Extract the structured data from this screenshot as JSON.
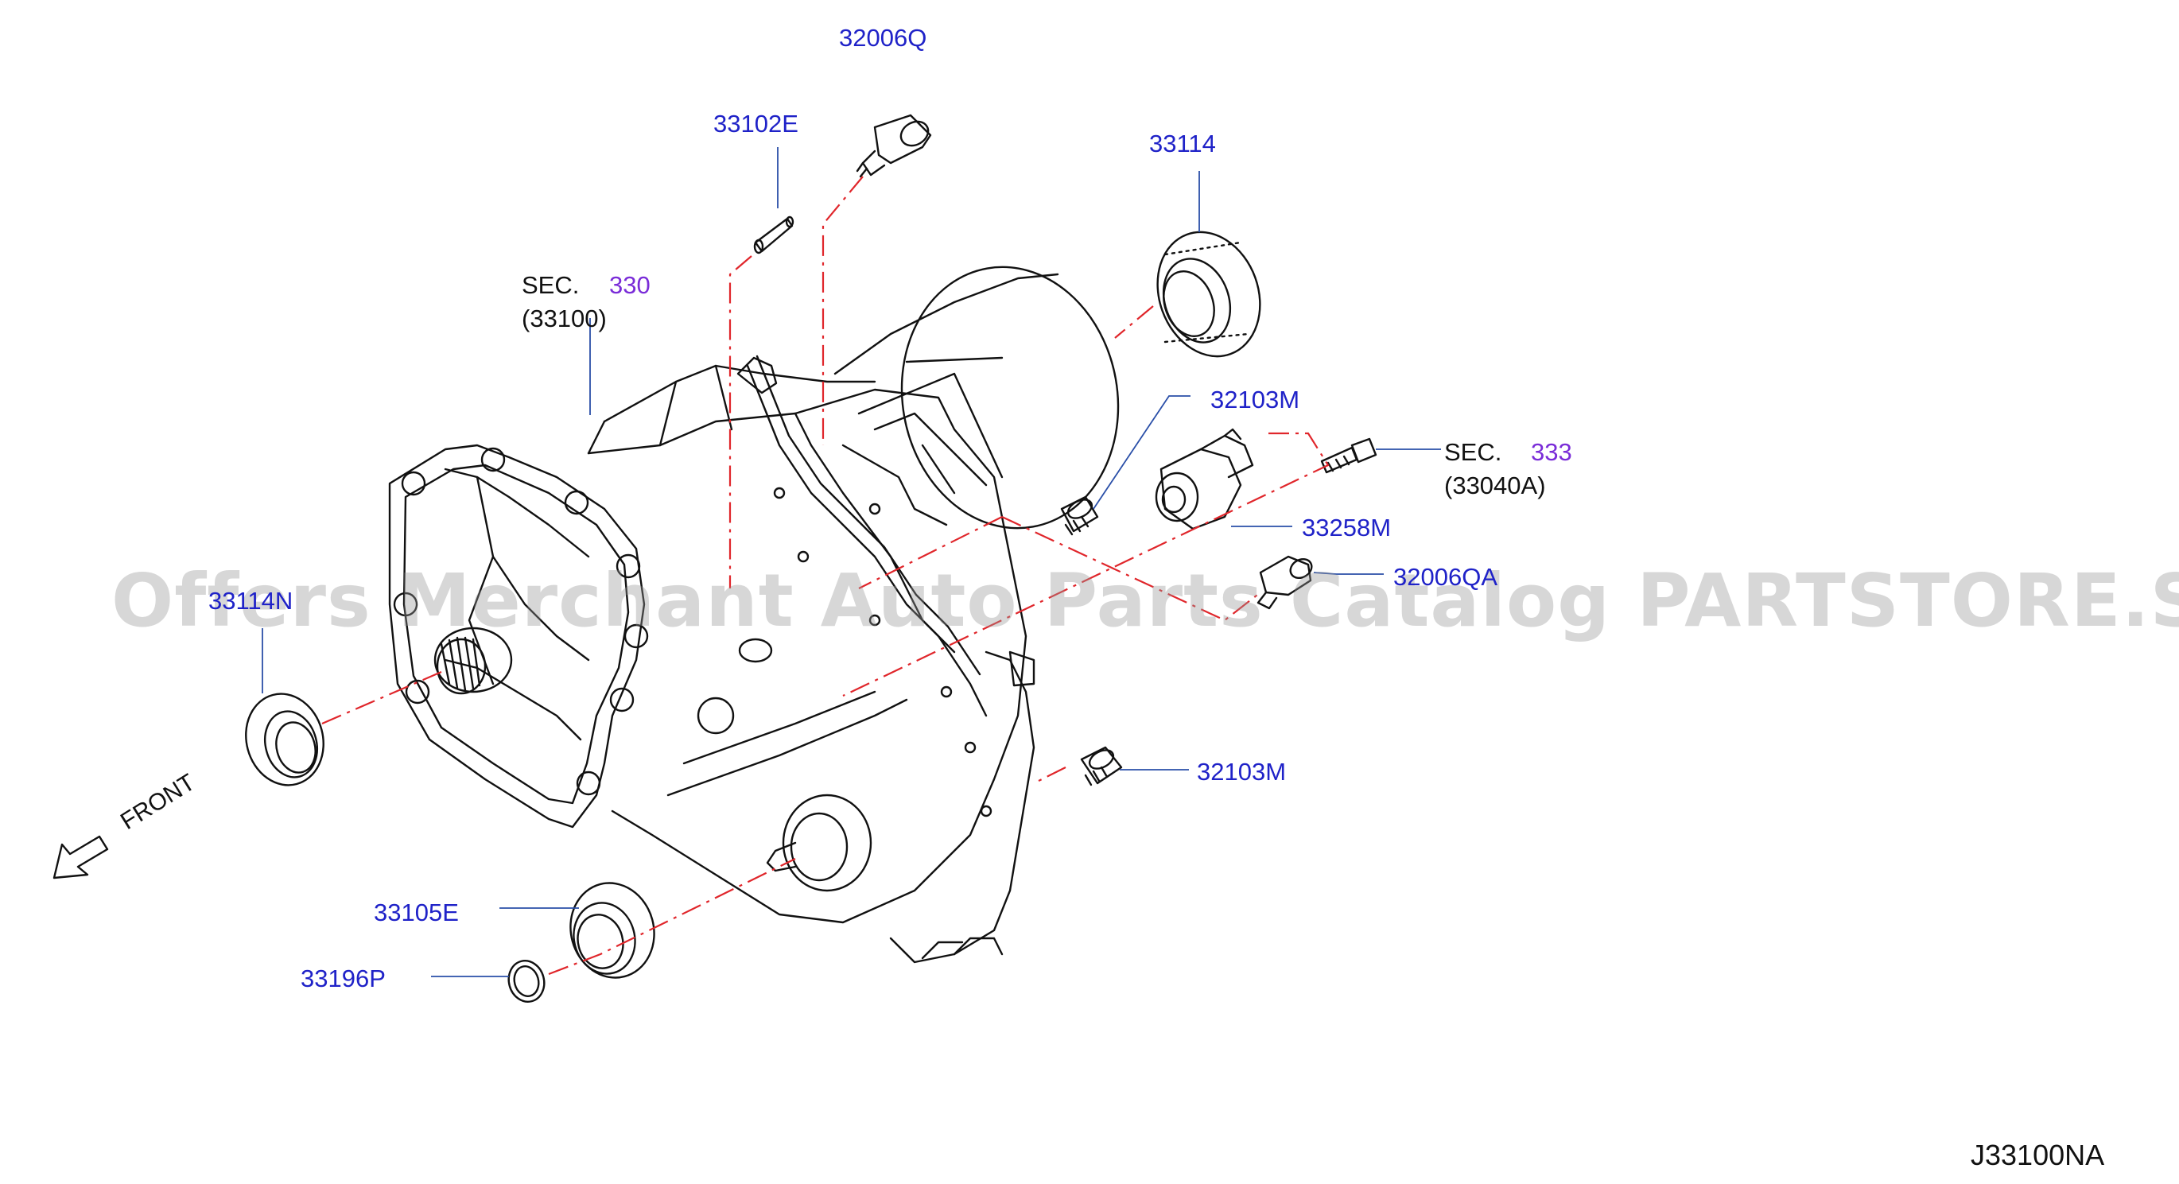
{
  "diagram": {
    "watermark": "Offers Merchant Auto Parts Catalog PARTSTORE.SA",
    "diagram_code": "J33100NA",
    "front_label": "FRONT",
    "sections": [
      {
        "prefix": "SEC.",
        "number": "330",
        "ref": "(33100)"
      },
      {
        "prefix": "SEC.",
        "number": "333",
        "ref": "(33040A)"
      }
    ],
    "parts": [
      {
        "number": "32006Q"
      },
      {
        "number": "33102E"
      },
      {
        "number": "33114"
      },
      {
        "number": "32103M"
      },
      {
        "number": "33258M"
      },
      {
        "number": "32006QA"
      },
      {
        "number": "33114N"
      },
      {
        "number": "32103M"
      },
      {
        "number": "33105E"
      },
      {
        "number": "33196P"
      }
    ],
    "colors": {
      "part_label": "#1f22c8",
      "section_number": "#7a2cd8",
      "outline": "#111111",
      "phantom_line": "#e0262b",
      "watermark": "#969696"
    }
  }
}
